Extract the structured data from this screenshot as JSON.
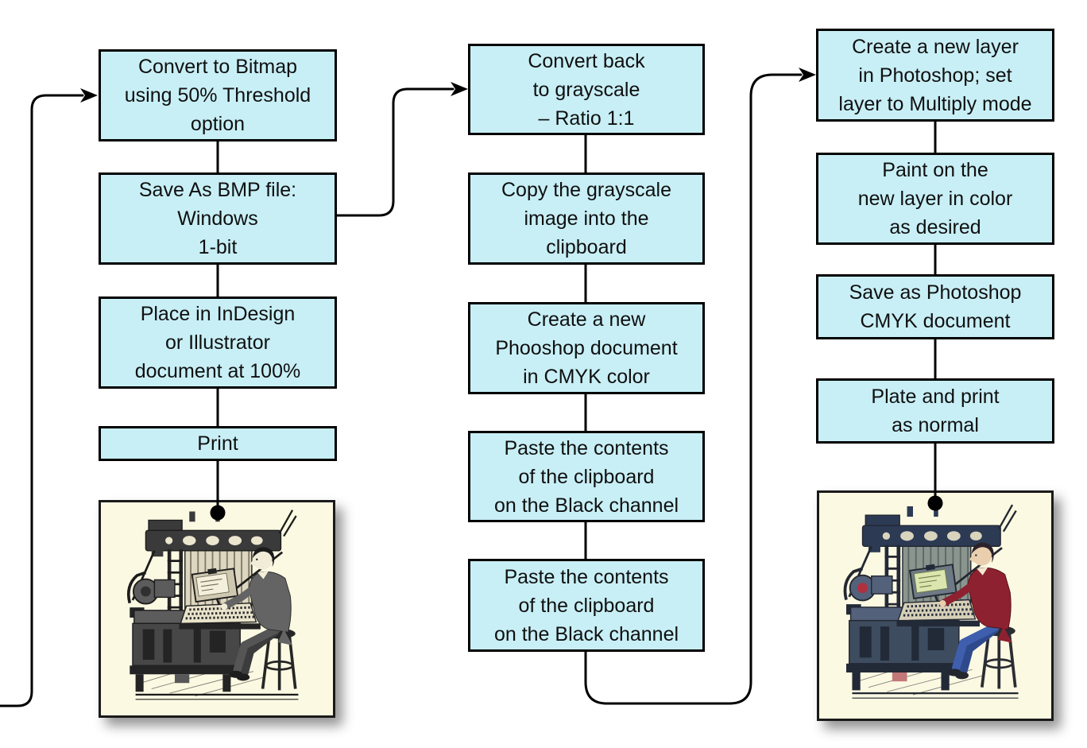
{
  "colors": {
    "box_fill": "#c8eff6",
    "box_border": "#000000",
    "panel_fill": "#fcf9e2",
    "panel_border": "#1a1a1a",
    "connector": "#000000"
  },
  "diagram": {
    "columns": [
      {
        "name": "bitmap-print-workflow",
        "boxes": [
          {
            "id": "convert-to-bitmap",
            "label": "Convert to Bitmap\nusing 50% Threshold\noption"
          },
          {
            "id": "save-as-bmp",
            "label": "Save As BMP file:\nWindows\n1-bit"
          },
          {
            "id": "place-in-indesign",
            "label": "Place in InDesign\nor Illustrator\ndocument at 100%"
          },
          {
            "id": "print",
            "label": "Print"
          }
        ],
        "image": {
          "id": "bw-print-sample",
          "name": "linotype-operator-engraving-bw",
          "style": "black-and-white engraving of a man operating a linotype machine"
        }
      },
      {
        "name": "grayscale-to-cmyk-workflow",
        "boxes": [
          {
            "id": "convert-back-grayscale",
            "label": "Convert back\nto grayscale\n– Ratio 1:1"
          },
          {
            "id": "copy-grayscale",
            "label": "Copy the grayscale\nimage into the\nclipboard"
          },
          {
            "id": "create-phooshop-doc",
            "label": "Create a new\nPhooshop document\nin CMYK color"
          },
          {
            "id": "paste-black-channel-1",
            "label": "Paste the contents\nof the clipboard\non the Black channel"
          },
          {
            "id": "paste-black-channel-2",
            "label": "Paste the contents\nof the clipboard\non the Black channel"
          }
        ]
      },
      {
        "name": "colorize-workflow",
        "boxes": [
          {
            "id": "create-new-layer",
            "label": "Create a new layer\nin Photoshop; set\nlayer to Multiply mode"
          },
          {
            "id": "paint-new-layer",
            "label": "Paint on the\nnew layer in color\nas desired"
          },
          {
            "id": "save-photoshop-cmyk",
            "label": "Save as Photoshop\nCMYK document"
          },
          {
            "id": "plate-and-print",
            "label": "Plate and print\nas normal"
          }
        ],
        "image": {
          "id": "color-print-sample",
          "name": "linotype-operator-engraving-color",
          "style": "hand-colored engraving of a man operating a linotype machine"
        }
      }
    ],
    "connections": [
      {
        "from": "offscreen-left",
        "to": "convert-to-bitmap",
        "arrow": true
      },
      {
        "from": "convert-to-bitmap",
        "to": "save-as-bmp"
      },
      {
        "from": "save-as-bmp",
        "to": "place-in-indesign"
      },
      {
        "from": "place-in-indesign",
        "to": "print"
      },
      {
        "from": "print",
        "to": "bw-print-sample",
        "end": "dot"
      },
      {
        "from": "save-as-bmp",
        "to": "convert-back-grayscale",
        "arrow": true
      },
      {
        "from": "convert-back-grayscale",
        "to": "copy-grayscale"
      },
      {
        "from": "copy-grayscale",
        "to": "create-phooshop-doc"
      },
      {
        "from": "create-phooshop-doc",
        "to": "paste-black-channel-1"
      },
      {
        "from": "paste-black-channel-1",
        "to": "paste-black-channel-2"
      },
      {
        "from": "paste-black-channel-2",
        "to": "create-new-layer",
        "arrow": true
      },
      {
        "from": "create-new-layer",
        "to": "paint-new-layer"
      },
      {
        "from": "paint-new-layer",
        "to": "save-photoshop-cmyk"
      },
      {
        "from": "save-photoshop-cmyk",
        "to": "plate-and-print"
      },
      {
        "from": "plate-and-print",
        "to": "color-print-sample",
        "end": "dot"
      }
    ]
  }
}
